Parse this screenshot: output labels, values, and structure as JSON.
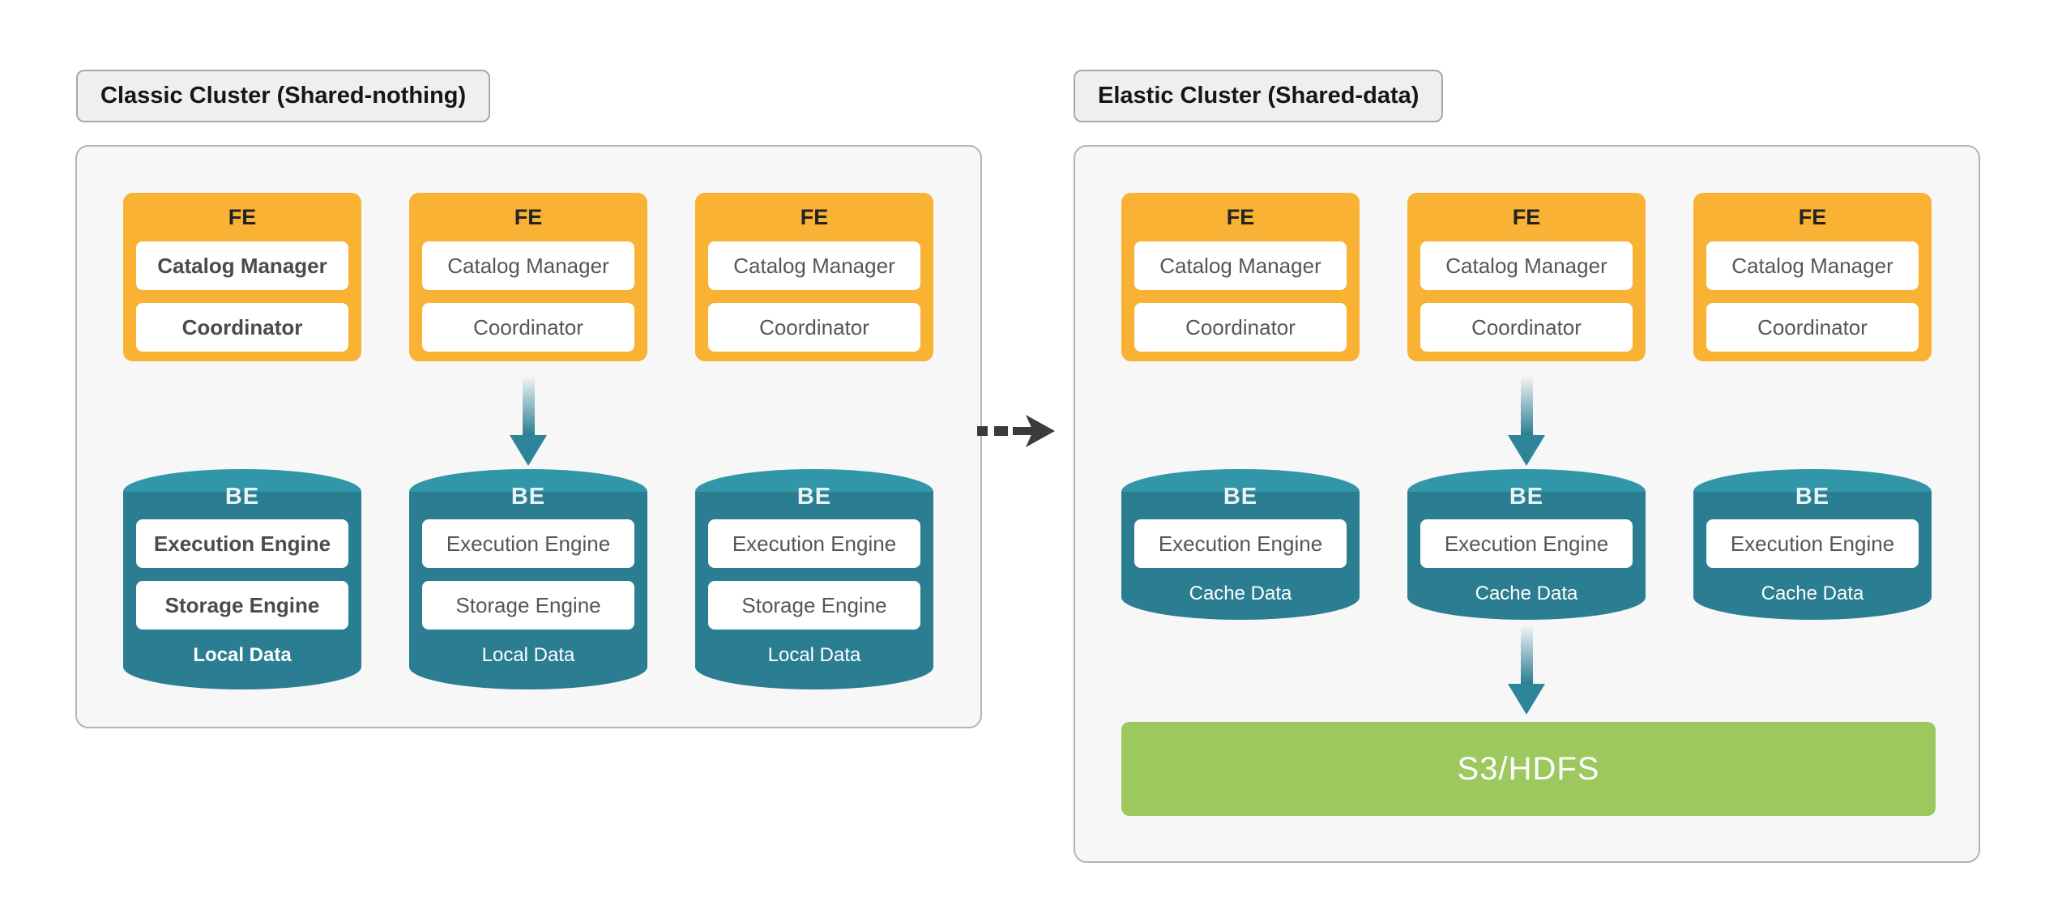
{
  "diagram_title": "Classic shared-nothing cluster vs elastic shared-data cluster",
  "palette": {
    "fe_fill": "#F9B234",
    "be_fill": "#2B7E91",
    "be_top_fill": "#3096A8",
    "storage_fill": "#9CC85E",
    "panel_fill": "#F7F7F7",
    "panel_border": "#B4B4B4",
    "title_pill_fill": "#EFEFEF",
    "arrow_teal": "#2E8499",
    "arrow_dark": "#3B3B3B",
    "component_text": "#55565A",
    "title_text": "#161616"
  },
  "icons": {
    "fe_to_be_arrow": "gradient-down-arrow",
    "be_to_storage_arrow": "gradient-down-arrow",
    "cluster_transition_arrow": "dashed-right-arrow",
    "be_shape": "database-cylinder"
  },
  "clusters": [
    {
      "title": "Classic Cluster (Shared-nothing)",
      "fe_nodes": [
        {
          "label": "FE",
          "components": [
            "Catalog Manager",
            "Coordinator"
          ]
        },
        {
          "label": "FE",
          "components": [
            "Catalog Manager",
            "Coordinator"
          ]
        },
        {
          "label": "FE",
          "components": [
            "Catalog Manager",
            "Coordinator"
          ]
        }
      ],
      "be_nodes": [
        {
          "label": "BE",
          "components": [
            "Execution Engine",
            "Storage Engine"
          ],
          "data_label": "Local Data"
        },
        {
          "label": "BE",
          "components": [
            "Execution Engine",
            "Storage Engine"
          ],
          "data_label": "Local Data"
        },
        {
          "label": "BE",
          "components": [
            "Execution Engine",
            "Storage Engine"
          ],
          "data_label": "Local Data"
        }
      ]
    },
    {
      "title": "Elastic Cluster (Shared-data)",
      "fe_nodes": [
        {
          "label": "FE",
          "components": [
            "Catalog Manager",
            "Coordinator"
          ]
        },
        {
          "label": "FE",
          "components": [
            "Catalog Manager",
            "Coordinator"
          ]
        },
        {
          "label": "FE",
          "components": [
            "Catalog Manager",
            "Coordinator"
          ]
        }
      ],
      "be_nodes": [
        {
          "label": "BE",
          "components": [
            "Execution Engine"
          ],
          "data_label": "Cache Data"
        },
        {
          "label": "BE",
          "components": [
            "Execution Engine"
          ],
          "data_label": "Cache Data"
        },
        {
          "label": "BE",
          "components": [
            "Execution Engine"
          ],
          "data_label": "Cache Data"
        }
      ],
      "storage_label": "S3/HDFS"
    }
  ]
}
